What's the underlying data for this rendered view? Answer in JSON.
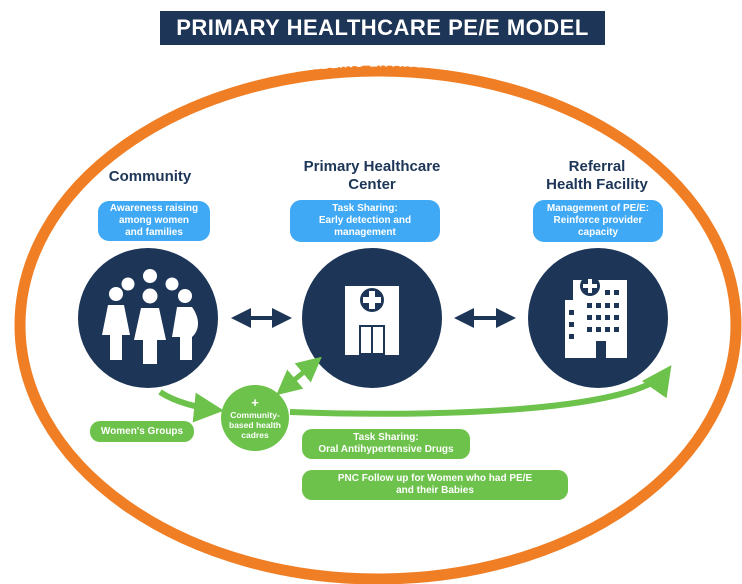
{
  "title": "PRIMARY HEALTHCARE PE/E MODEL",
  "environment_label": "ENABLING ENVIRONMENT",
  "columns": {
    "community": {
      "heading": "Community",
      "pill": [
        "Awareness raising",
        "among women",
        "and families"
      ]
    },
    "phc": {
      "heading": [
        "Primary Healthcare",
        "Center"
      ],
      "pill": [
        "Task Sharing:",
        "Early detection and",
        "management"
      ]
    },
    "referral": {
      "heading": [
        "Referral",
        "Health Facility"
      ],
      "pill": [
        "Management of PE/E:",
        "Reinforce provider",
        "capacity"
      ]
    }
  },
  "cadre": {
    "plus": "+",
    "lines": [
      "Community-",
      "based health",
      "cadres"
    ]
  },
  "green_boxes": {
    "womens_groups": "Women's Groups",
    "task_sharing_drugs": [
      "Task Sharing:",
      "Oral Antihypertensive Drugs"
    ],
    "pnc_followup": [
      "PNC Follow up for Women who had PE/E",
      "and their Babies"
    ]
  },
  "icons": [
    "women-group-icon",
    "health-center-icon",
    "hospital-building-icon",
    "plus-icon"
  ],
  "colors": {
    "navy": "#1d3557",
    "orange": "#f07e24",
    "light_blue": "#3fa9f5",
    "green": "#6cc24a",
    "white": "#ffffff"
  }
}
